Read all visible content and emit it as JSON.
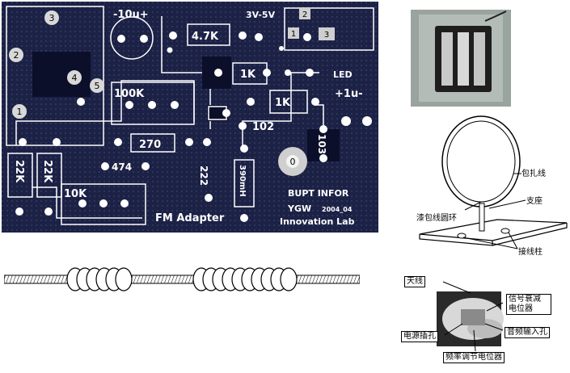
{
  "pcb": {
    "labels": {
      "cap_top": "-10u+",
      "voltage": "3V-5V",
      "r_4k7": "4.7K",
      "r_1k_a": "1K",
      "r_1k_b": "1K",
      "led": "LED",
      "cap_right": "+1u-",
      "r_100k": "100K",
      "cap_102": "102",
      "cap_103": "103",
      "r_270": "270",
      "r_22k_a": "22K",
      "r_22k_b": "22K",
      "cap_474": "474",
      "cap_222": "222",
      "inductor": "390mH",
      "pot_10k": "10K",
      "org_line1": "BUPT  INFOR",
      "org_line2a": "YGW",
      "org_line2b": "2004_04",
      "org_line3": "Innovation Lab",
      "title": "FM Adapter",
      "pin_0": "0",
      "pin_1": "1",
      "pin_2": "2",
      "pin_3": "3",
      "pin_4": "4",
      "pin_5": "5",
      "sw_1": "1",
      "sw_2": "2",
      "sw_3": "3"
    }
  },
  "loop_antenna": {
    "label_wrap": "包扎线",
    "label_stand": "支座",
    "label_ring": "漆包线圆环",
    "label_terminal": "接线柱"
  },
  "device_photo": {
    "label_antenna": "天线",
    "label_attenuator": "信号衰减\n电位器",
    "label_power": "电源插孔",
    "label_audio": "音频输入孔",
    "label_freq": "频率调节电位器"
  },
  "colors": {
    "board": "#1c2146",
    "copper": "#ffffff",
    "photo_bg": "#9ea8a4"
  }
}
